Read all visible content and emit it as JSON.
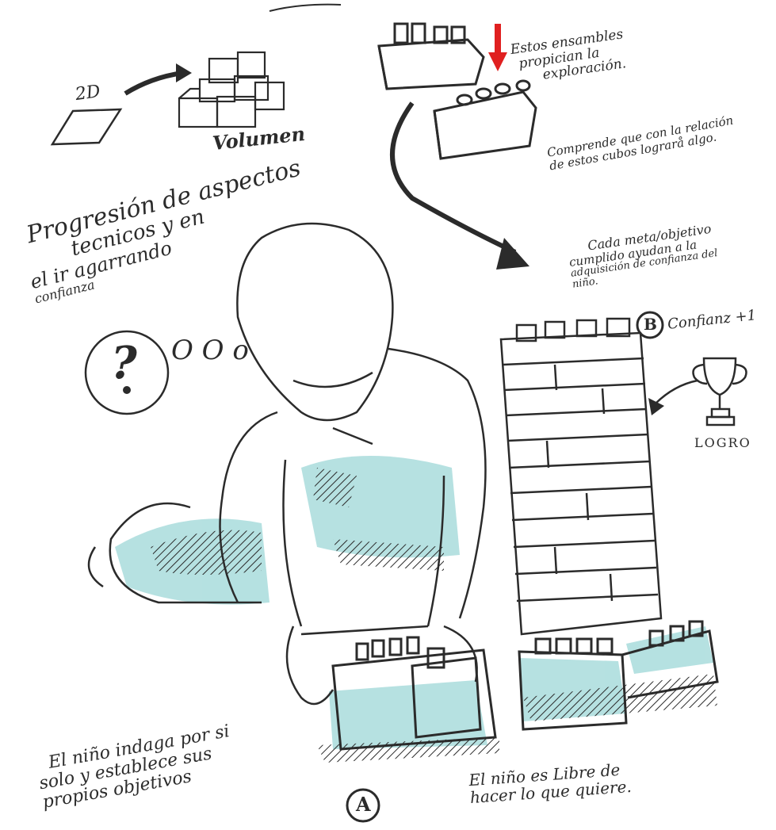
{
  "sketch": {
    "label_2d": "2D",
    "label_volumen": "Volumen",
    "note_ensambles": [
      "Estos ensambles",
      "propician la",
      "exploración."
    ],
    "note_comprende": [
      "Comprende que con la relación",
      "de estos cubos lograrå algo."
    ],
    "note_progresion": [
      "Progresión de aspectos",
      "tecnicos y en",
      "el ir agarrando",
      "confianza"
    ],
    "note_meta": [
      "Cada meta/objetivo",
      "cumplido ayudan a la",
      "adquisición de confianza del",
      "niño."
    ],
    "label_b": "B",
    "label_confianza": "Confianz +1",
    "label_logro": "LOGRO",
    "question_mark": "?",
    "thought_dots": "O O o",
    "note_indaga": [
      "El niño indaga por si",
      "solo y establece sus",
      "propios objetivos"
    ],
    "label_a": "A",
    "note_libre": [
      "El niño es Libre de",
      "hacer lo que quiere."
    ]
  },
  "colors": {
    "ink": "#2b2b2b",
    "teal": "#a9dcdc",
    "arrow_red": "#e02020"
  }
}
